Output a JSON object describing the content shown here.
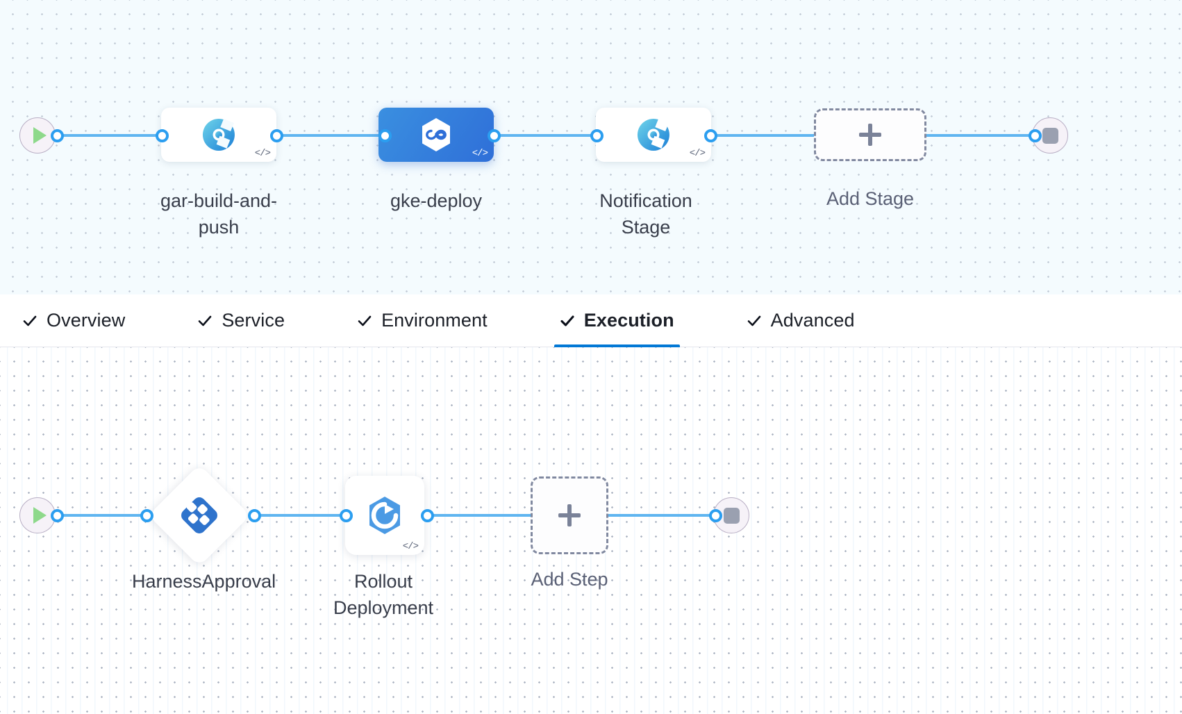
{
  "theme": {
    "canvas_top_bg": "#f4fbfe",
    "canvas_bottom_bg": "#ffffff",
    "edge_color": "#5fb5f0",
    "port_color": "#2b9ef0",
    "selected_stage_color": "#3a8fe0",
    "active_tab_underline": "#0278d5",
    "add_dash_color": "#8189a0",
    "harness_blue": "#2e73cc",
    "k8s_blue": "#4b9ae4"
  },
  "stage_graph": {
    "start_node": {
      "name": "pipeline-start",
      "icon": "play-icon"
    },
    "end_node": {
      "name": "pipeline-end",
      "icon": "stop-icon"
    },
    "stages": [
      {
        "id": "gar-build-and-push",
        "label": "gar-build-and-push",
        "icon": "harness-ci-build-icon",
        "selected": false,
        "code_badge": "</>"
      },
      {
        "id": "gke-deploy",
        "label": "gke-deploy",
        "icon": "harness-cd-hexagon-icon",
        "selected": true,
        "code_badge": "</>"
      },
      {
        "id": "notification-stage",
        "label": "Notification Stage",
        "icon": "harness-ci-build-icon",
        "selected": false,
        "code_badge": "</>"
      }
    ],
    "add_stage": {
      "label": "Add Stage",
      "icon": "plus-icon"
    }
  },
  "tabs": [
    {
      "id": "overview",
      "label": "Overview",
      "checked": true,
      "active": false
    },
    {
      "id": "service",
      "label": "Service",
      "checked": true,
      "active": false
    },
    {
      "id": "environment",
      "label": "Environment",
      "checked": true,
      "active": false
    },
    {
      "id": "execution",
      "label": "Execution",
      "checked": true,
      "active": true
    },
    {
      "id": "advanced",
      "label": "Advanced",
      "checked": true,
      "active": false
    }
  ],
  "step_graph": {
    "start_node": {
      "name": "execution-start",
      "icon": "play-icon"
    },
    "end_node": {
      "name": "execution-end",
      "icon": "stop-icon"
    },
    "steps": [
      {
        "id": "harness-approval",
        "label": "HarnessApproval",
        "shape": "diamond",
        "icon": "harness-approval-icon",
        "code_badge": ""
      },
      {
        "id": "rollout-deployment",
        "label": "Rollout Deployment",
        "shape": "square",
        "icon": "k8s-rollout-icon",
        "code_badge": "</>"
      }
    ],
    "add_step": {
      "label": "Add Step",
      "icon": "plus-icon"
    }
  }
}
